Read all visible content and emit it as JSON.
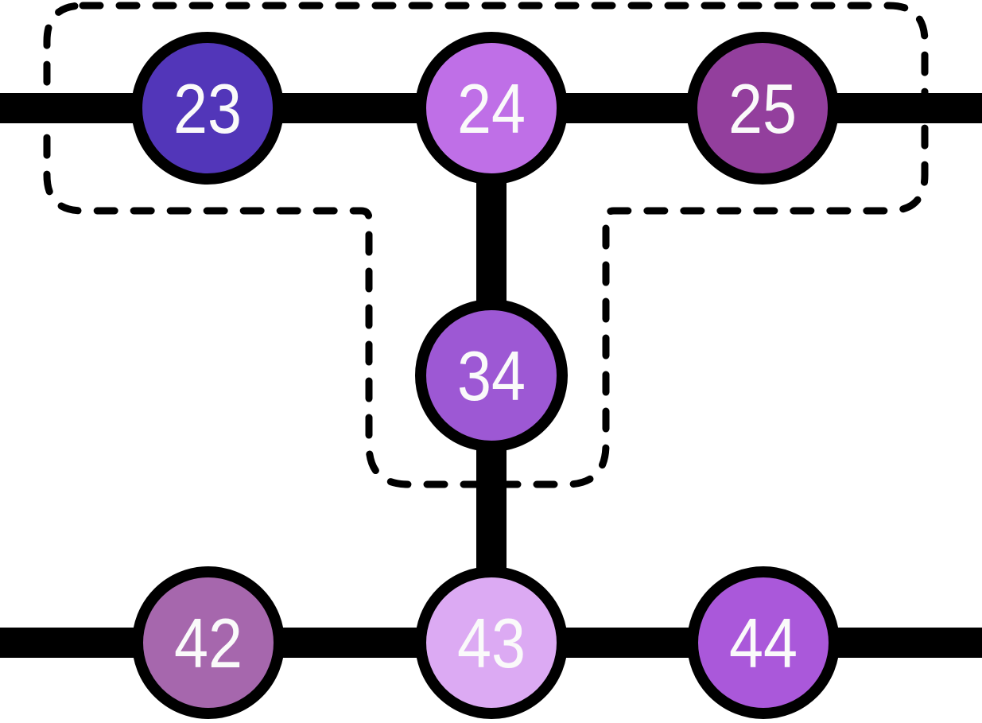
{
  "nodes": [
    {
      "id": "23",
      "label": "23",
      "color": "#5236b9"
    },
    {
      "id": "24",
      "label": "24",
      "color": "#bf6fe7"
    },
    {
      "id": "25",
      "label": "25",
      "color": "#933f9d"
    },
    {
      "id": "34",
      "label": "34",
      "color": "#9d58d4"
    },
    {
      "id": "42",
      "label": "42",
      "color": "#a667ad"
    },
    {
      "id": "43",
      "label": "43",
      "color": "#dcaaf3"
    },
    {
      "id": "44",
      "label": "44",
      "color": "#aa58da"
    }
  ],
  "edges": [
    {
      "from": "23",
      "to": "24"
    },
    {
      "from": "24",
      "to": "25"
    },
    {
      "from": "24",
      "to": "34"
    },
    {
      "from": "34",
      "to": "43"
    },
    {
      "from": "42",
      "to": "43"
    },
    {
      "from": "43",
      "to": "44"
    }
  ],
  "rails": [
    {
      "name": "top-rail",
      "through": [
        "23",
        "24",
        "25"
      ],
      "extent": "full-width"
    },
    {
      "name": "bottom-rail",
      "through": [
        "42",
        "43",
        "44"
      ],
      "extent": "full-width"
    }
  ],
  "cluster": {
    "style": "dashed-outline",
    "shape": "T",
    "members": [
      "23",
      "24",
      "25",
      "34"
    ]
  },
  "colors": {
    "background": "#ffffff",
    "edge": "#000000",
    "node_border": "#000000",
    "cluster_outline": "#000000",
    "label": "#fafafa"
  }
}
